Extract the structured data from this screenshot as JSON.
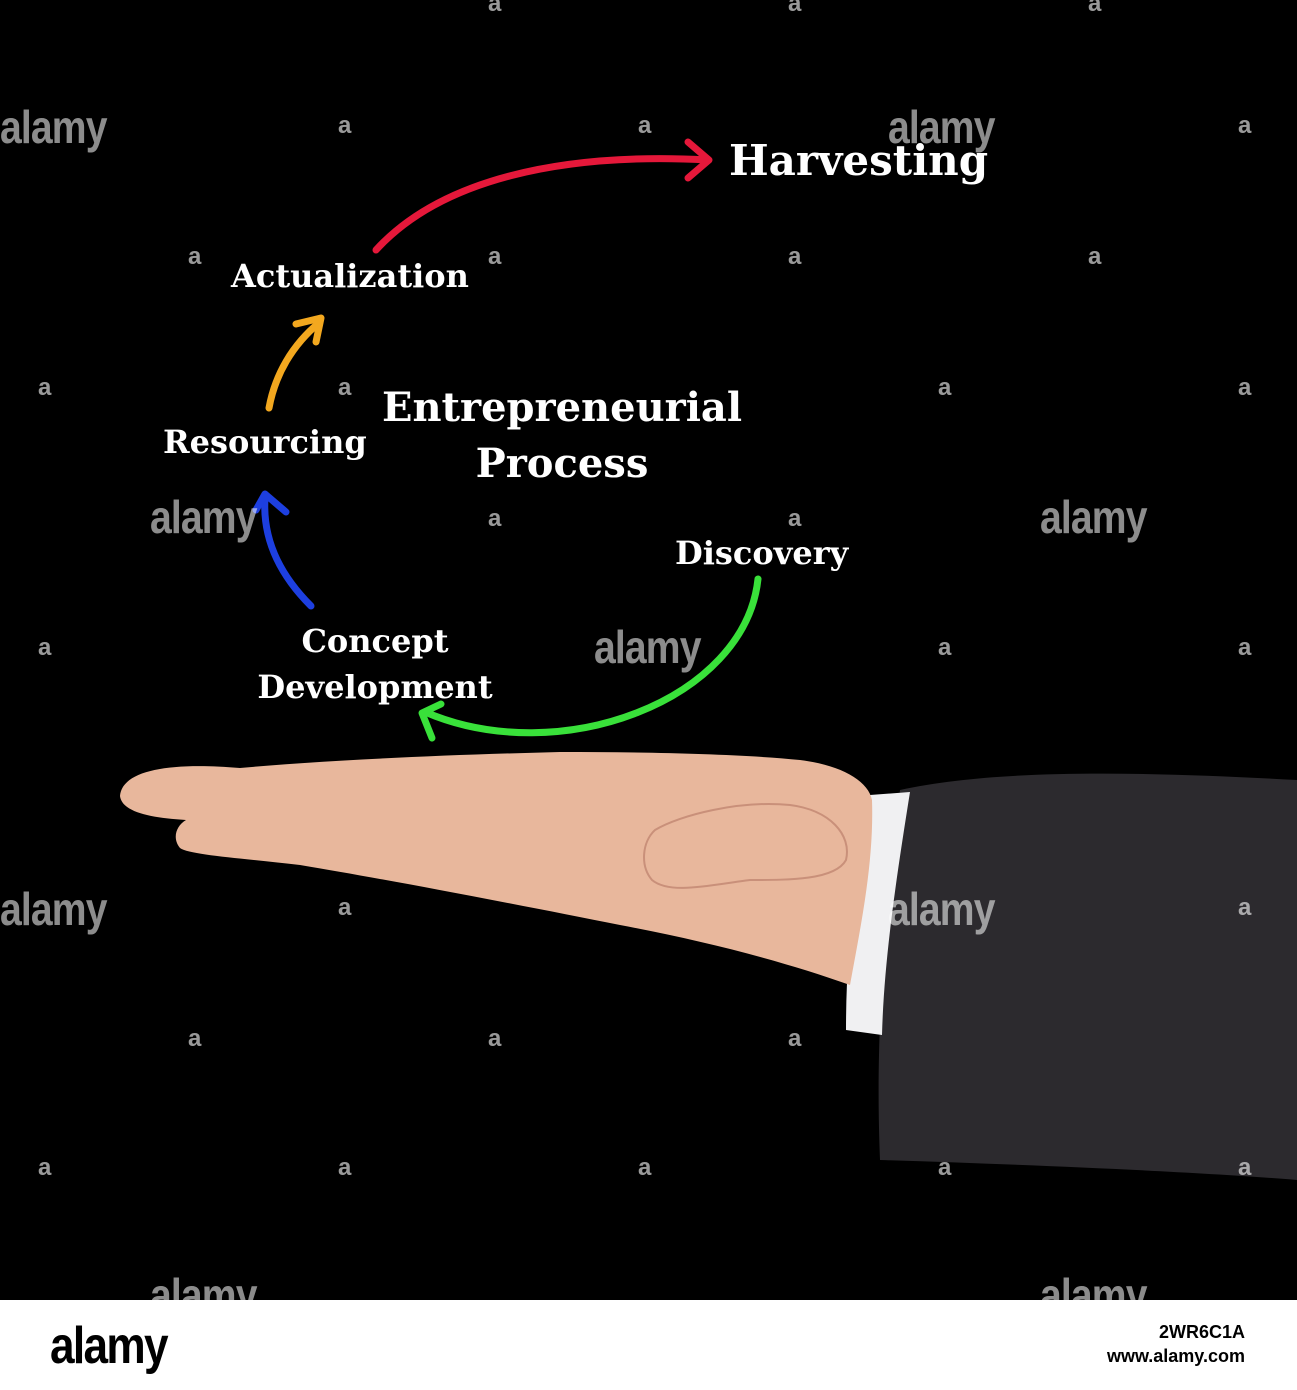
{
  "diagram": {
    "title_line1": "Entrepreneurial",
    "title_line2": "Process",
    "steps": [
      {
        "label": "Discovery",
        "arrow_color": "#39e13a"
      },
      {
        "label_line1": "Concept",
        "label_line2": "Development",
        "arrow_color": "#1d3fe0"
      },
      {
        "label": "Resourcing",
        "arrow_color": "#f3a81f"
      },
      {
        "label": "Actualization",
        "arrow_color": "#e5183a"
      },
      {
        "label": "Harvesting"
      }
    ]
  },
  "colors": {
    "background": "#000000",
    "text": "#ffffff",
    "skin": "#e8b79c",
    "sleeve": "#2c2a2e",
    "cuff": "#f0f0f2"
  },
  "watermark": {
    "text": "alamy",
    "mark": "a"
  },
  "footer": {
    "logo": "alamy",
    "image_id": "2WR6C1A",
    "url": "www.alamy.com"
  }
}
